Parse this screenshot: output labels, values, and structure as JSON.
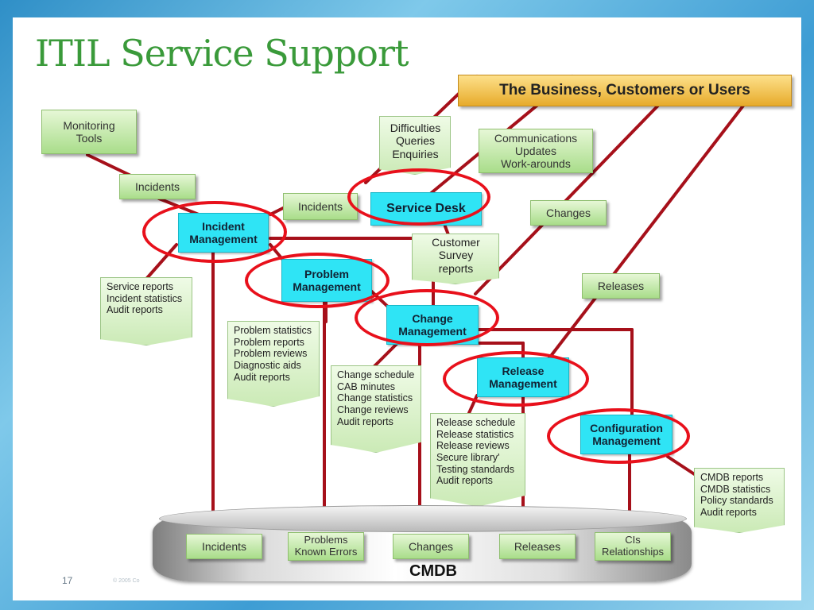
{
  "title": "ITIL Service Support",
  "banner": "The Business, Customers or Users",
  "processes": {
    "incident": "Incident Management",
    "problem": "Problem Management",
    "service_desk": "Service Desk",
    "change": "Change Management",
    "release": "Release Management",
    "configuration": "Configuration Management"
  },
  "flow_labels": {
    "monitoring": "Monitoring Tools",
    "incidents_left": "Incidents",
    "incidents_center": "Incidents",
    "communications": [
      "Communications",
      "Updates",
      "Work-arounds"
    ],
    "changes": "Changes",
    "releases": "Releases"
  },
  "documents": {
    "difficulties": [
      "Difficulties",
      "Queries",
      "Enquiries"
    ],
    "survey": [
      "Customer",
      "Survey",
      "reports"
    ],
    "incident_reports": [
      "Service reports",
      "Incident statistics",
      "Audit reports"
    ],
    "problem_reports": [
      "Problem statistics",
      "Problem reports",
      "Problem reviews",
      "Diagnostic aids",
      "Audit reports"
    ],
    "change_reports": [
      "Change schedule",
      "CAB minutes",
      "Change statistics",
      "Change reviews",
      "Audit reports"
    ],
    "release_reports": [
      "Release schedule",
      "Release statistics",
      "Release reviews",
      "Secure library'",
      "Testing standards",
      "Audit reports"
    ],
    "cmdb_reports": [
      "CMDB reports",
      "CMDB statistics",
      "Policy standards",
      "Audit reports"
    ]
  },
  "cmdb": {
    "label": "CMDB",
    "items": [
      "Incidents",
      "Problems Known Errors",
      "Changes",
      "Releases",
      "CIs Relationships"
    ]
  },
  "footer": {
    "page": "17",
    "copyright": "© 2005 Co"
  },
  "colors": {
    "connector": "#a6101a",
    "highlight_ring": "#e8101b",
    "process_fill": "#2fe4f5",
    "title": "#3a9a3a"
  }
}
